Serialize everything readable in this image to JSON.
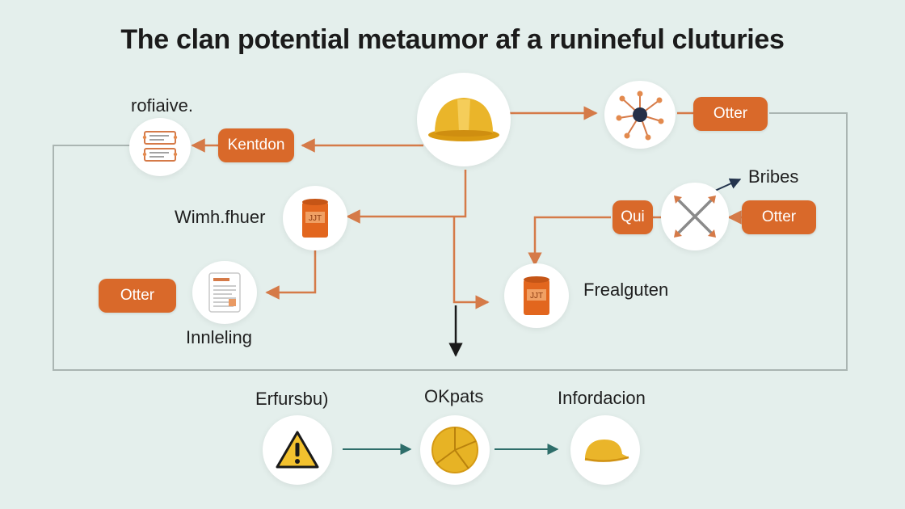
{
  "diagram": {
    "title": "The clan potential metaumor af a runineful cluturies",
    "labels": {
      "rofiaive": "rofiaive.",
      "wimh_fhuer": "Wimh.fhuer",
      "innleling": "Innleling",
      "bribes": "Bribes",
      "frealguten": "Frealguten",
      "erfursbu": "Erfursbu)",
      "okpats": "OKpats",
      "infordacion": "Infordacion"
    },
    "pills": {
      "kentdon": "Kentdon",
      "otter_top": "Otter",
      "otter_left": "Otter",
      "qui": "Qui",
      "otter_right": "Otter"
    },
    "icons": {
      "hardhat_main": "hard-hat-icon",
      "molecule": "molecule-icon",
      "tickets": "tickets-icon",
      "can_left": "can-icon",
      "document": "document-icon",
      "crossed_tools": "crossed-tools-icon",
      "can_right": "can-icon",
      "warning": "warning-icon",
      "pie": "pie-icon",
      "cap": "cap-icon"
    },
    "colors": {
      "accent": "#d9692a",
      "line": "#d57a48",
      "gold": "#e7b325",
      "background": "#e4efec",
      "frame": "#aab5b2",
      "teal_arrow": "#2e6e6a"
    }
  }
}
